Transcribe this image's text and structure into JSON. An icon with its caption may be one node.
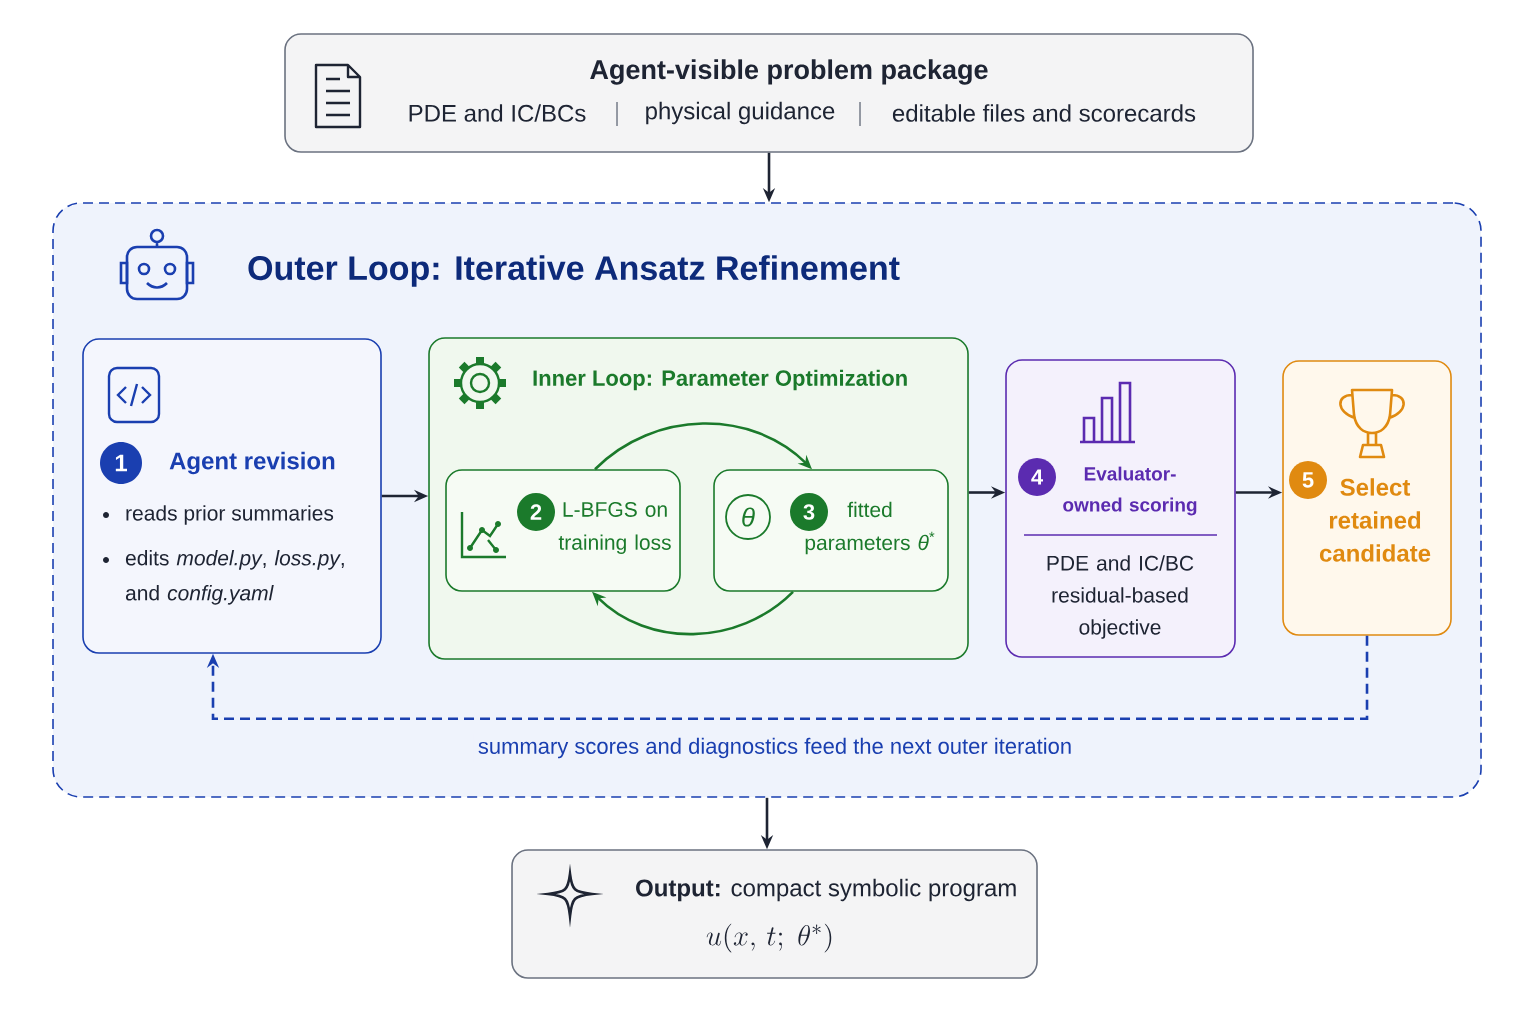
{
  "diagram": {
    "nodes": [
      {
        "text": [
          "Agent-visible problem package",
          "PDE and IC/BCs",
          "physical guidance",
          "editable files and scorecards"
        ]
      },
      {
        "text": [
          "Outer Loop: Iterative Ansatz Refinement"
        ]
      },
      {
        "text": [
          "1",
          "Agent revision",
          "reads prior summaries",
          "edits *model.py*, *loss.py*, and *config.yaml*"
        ],
        "in": 1
      },
      {
        "text": [
          "Inner Loop: Parameter Optimization"
        ],
        "in": 1
      },
      {
        "text": [
          "2",
          "L-BFGS on training loss"
        ],
        "in": 3
      },
      {
        "text": [
          "θ",
          "3",
          "fitted parameters *θ*$^{*}$"
        ],
        "in": 3
      },
      {
        "text": [
          "4",
          "Evaluator-owned scoring",
          "PDE and IC/BC residual-based objective"
        ],
        "in": 1
      },
      {
        "text": [
          "5",
          "Select retained candidate"
        ],
        "in": 1
      },
      {
        "text": [
          "**Output:** compact symbolic program",
          "u(x,\\, t;\\; \\theta^{*})"
        ]
      }
    ],
    "edges": [
      {
        "from": 0,
        "to": 1,
        "arrow": "to"
      },
      {
        "from": 2,
        "to": 3,
        "arrow": "to"
      },
      {
        "from": 4,
        "to": 5,
        "arrow": "to",
        "color": "#1b7a2b"
      },
      {
        "from": 5,
        "to": 4,
        "arrow": "to",
        "color": "#1b7a2b"
      },
      {
        "from": 3,
        "to": 6,
        "arrow": "to"
      },
      {
        "from": 6,
        "to": 7,
        "arrow": "to"
      },
      {
        "from": 7,
        "to": 2,
        "arrow": "to",
        "style": "dashed",
        "color": "#1a3fb0",
        "label": "summary scores and diagnostics feed the next outer iteration"
      },
      {
        "from": 1,
        "to": 8,
        "arrow": "to"
      }
    ]
  }
}
